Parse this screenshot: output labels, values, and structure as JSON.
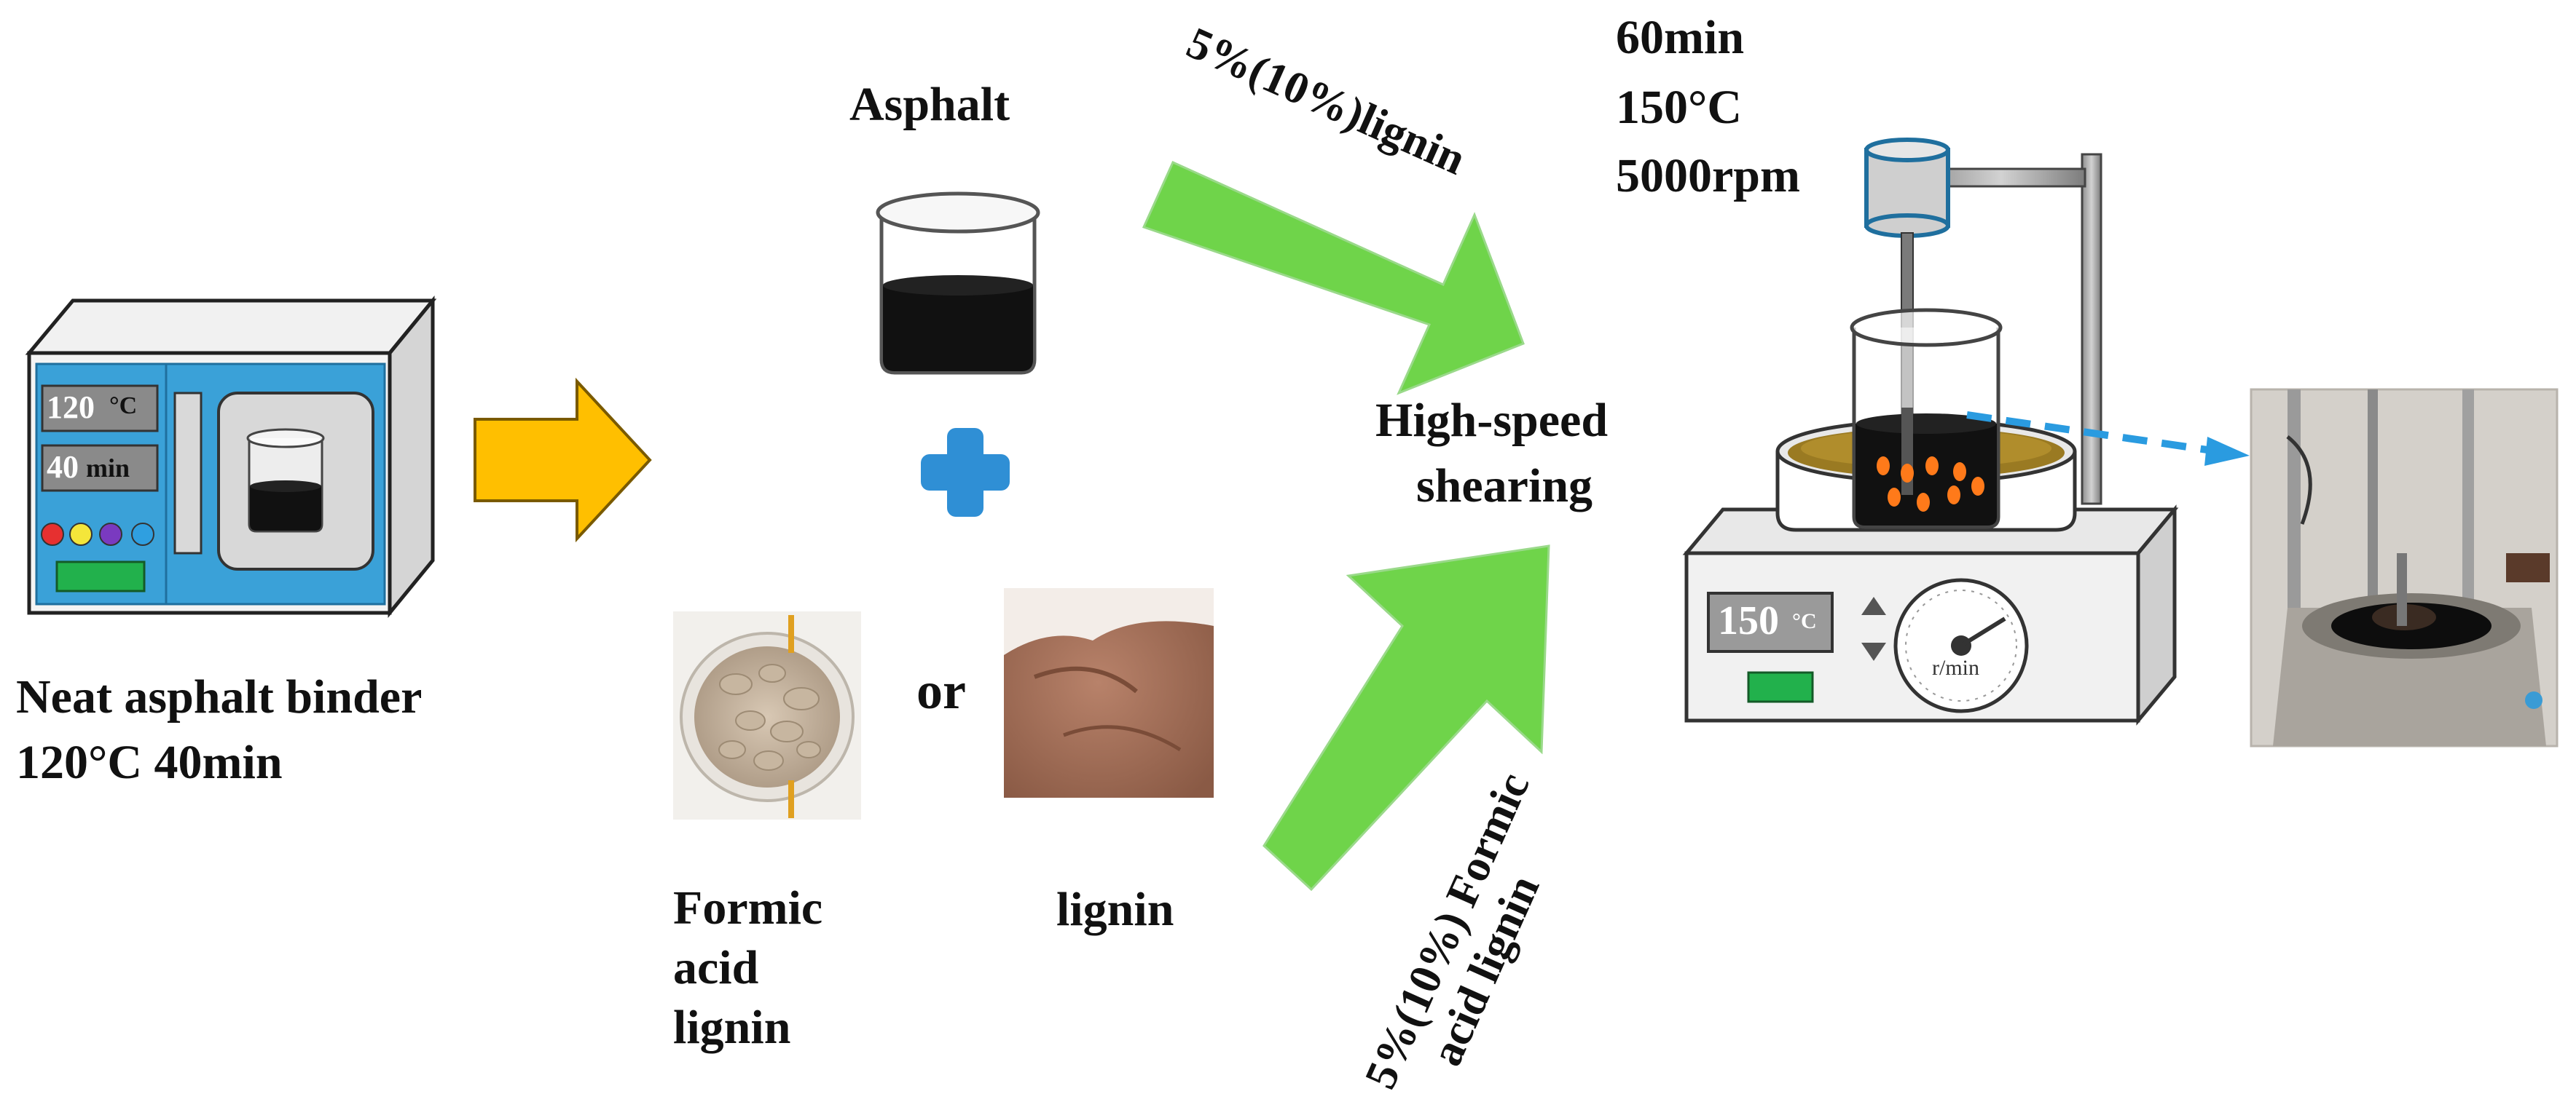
{
  "oven": {
    "temp_value": "120",
    "temp_unit": "°C",
    "time_value": "40",
    "time_unit": "min"
  },
  "neat_label": {
    "line1": "Neat asphalt binder",
    "line2": "120°C  40min"
  },
  "asphalt_label": "Asphalt",
  "or_label": "or",
  "formic_label": {
    "line1": "Formic",
    "line2": "acid",
    "line3": "lignin"
  },
  "lignin_label": "lignin",
  "top_arrow_label": "5%(10%)lignin",
  "bottom_arrow_label": {
    "line1": "5%(10%) Formic",
    "line2": "acid lignin"
  },
  "conditions": {
    "time": "60min",
    "temp": "150°C",
    "speed": "5000rpm"
  },
  "shear_label": {
    "line1": "High-speed",
    "line2": "shearing"
  },
  "stirrer_panel": {
    "temp_value": "150",
    "temp_unit": "°C",
    "dial_label": "r/min"
  },
  "colors": {
    "oven_blue": "#3aa1d8",
    "green_arrow": "#6fd44a",
    "yellow_arrow": "#ffbf00",
    "plus_blue": "#2f8fd5",
    "dashed_arrow": "#2a9be0"
  }
}
